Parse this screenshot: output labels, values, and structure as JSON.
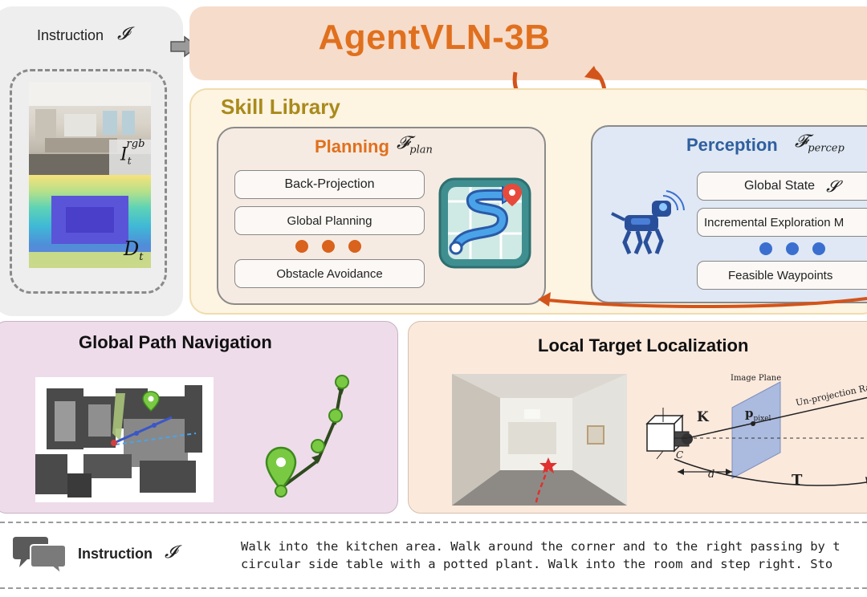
{
  "input": {
    "label": "Instruction",
    "instruction_symbol": "𝓘",
    "rgb_symbol": "I",
    "rgb_sup": "rgb",
    "rgb_sub": "t",
    "depth_symbol": "D",
    "depth_sub": "t"
  },
  "agent": {
    "title": "AgentVLN-3B"
  },
  "skill_library": {
    "title": "Skill Library",
    "planning": {
      "title": "Planning",
      "symbol": "𝓕",
      "symbol_sub": "plan",
      "items": [
        "Back-Projection",
        "Global Planning",
        "Obstacle Avoidance"
      ],
      "dot_color": "#d9621c"
    },
    "perception": {
      "title": "Perception",
      "symbol": "𝓕",
      "symbol_sub": "percep",
      "items": [
        "Global State",
        "Incremental Exploration M",
        "Feasible Waypoints"
      ],
      "state_symbol": "𝓢",
      "dot_color": "#3a6fd0"
    }
  },
  "global_nav": {
    "title": "Global Path Navigation"
  },
  "local_target": {
    "title": "Local Target Localization",
    "image_plane": "Image Plane",
    "ray_label": "Un-projection Ray",
    "k_label": "K",
    "p_label": "p",
    "p_sub": "pixel",
    "c_label": "C",
    "d_label": "d",
    "t_label": "T"
  },
  "instruction": {
    "label": "Instruction",
    "symbol": "𝓘",
    "line1": "Walk into the kitchen area. Walk around the corner and to the right passing by t",
    "line2": "circular side table with a potted plant. Walk into the room and step right. Sto"
  },
  "colors": {
    "accent_orange": "#e0701e",
    "skill_gold": "#a98a1b",
    "perception_blue": "#2f5f9f",
    "path_green": "#7ac943"
  }
}
